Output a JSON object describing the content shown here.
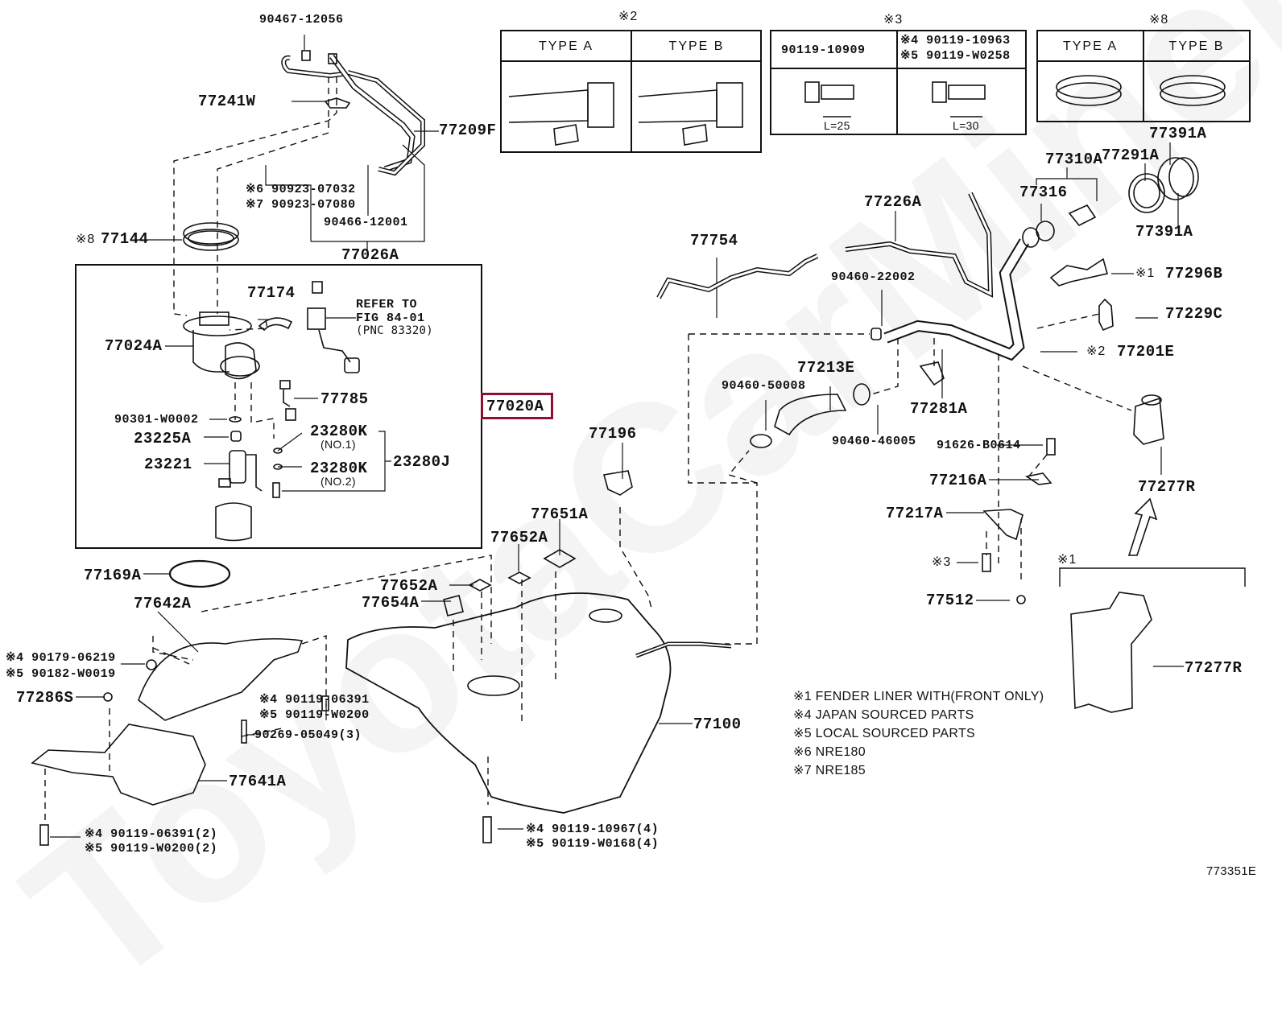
{
  "diagram": {
    "figure_id": "773351E",
    "watermark": "ToyotaCarMiner",
    "highlight_color": "#8e0f30",
    "highlighted_part": "77020A",
    "inset_tables": {
      "note2": {
        "mark": "※2",
        "columns": [
          "TYPE A",
          "TYPE B"
        ]
      },
      "note3": {
        "mark": "※3",
        "col1_part": "90119-10909",
        "col2_parts": [
          "※4 90119-10963",
          "※5 90119-W0258"
        ],
        "col1_length": "L=25",
        "col2_length": "L=30"
      },
      "note8": {
        "mark": "※8",
        "columns": [
          "TYPE A",
          "TYPE B"
        ]
      }
    },
    "labels": {
      "p90467_12056": "90467-12056",
      "p77241W": "77241W",
      "p77209F": "77209F",
      "p90923_07032": "※6 90923-07032",
      "p90923_07080": "※7 90923-07080",
      "p90466_12001": "90466-12001",
      "p77026A": "77026A",
      "p77144": "77144",
      "p77144_mark": "※8",
      "p77174": "77174",
      "refer_line1": "REFER TO",
      "refer_line2": "FIG 84-01",
      "refer_line3": "(PNC 83320)",
      "p77024A": "77024A",
      "p77785": "77785",
      "p90301_W0002": "90301-W0002",
      "p23225A": "23225A",
      "p23221": "23221",
      "p23280K_1": "23280K",
      "no1": "(NO.1)",
      "p23280K_2": "23280K",
      "no2": "(NO.2)",
      "p23280J": "23280J",
      "p77020A": "77020A",
      "p77169A": "77169A",
      "p77642A": "77642A",
      "p90179_06219": "※4 90179-06219",
      "p90182_W0019": "※5 90182-W0019",
      "p77286S": "77286S",
      "p90119_06391": "※4 90119-06391",
      "p90119_W0200": "※5 90119-W0200",
      "p90269_05049": "90269-05049(3)",
      "p77641A": "77641A",
      "p90119_06391_2": "※4 90119-06391(2)",
      "p90119_W0200_2": "※5 90119-W0200(2)",
      "p77196": "77196",
      "p77651A": "77651A",
      "p77652A_1": "77652A",
      "p77652A_2": "77652A",
      "p77654A": "77654A",
      "p77100": "77100",
      "p90119_10967": "※4 90119-10967(4)",
      "p90119_W0168": "※5 90119-W0168(4)",
      "p77754": "77754",
      "p77226A": "77226A",
      "p90460_22002": "90460-22002",
      "p77213E": "77213E",
      "p90460_50008": "90460-50008",
      "p90460_46005": "90460-46005",
      "p77281A": "77281A",
      "p77310A": "77310A",
      "p77316": "77316",
      "p77291A": "77291A",
      "p77391A_1": "77391A",
      "p77391A_2": "77391A",
      "p77296B": "77296B",
      "p77296B_mark": "※1",
      "p77229C": "77229C",
      "p77201E": "77201E",
      "p77201E_mark": "※2",
      "p91626_B0614": "91626-B0614",
      "p77216A": "77216A",
      "p77217A": "77217A",
      "p77512": "77512",
      "mark3": "※3",
      "p77277R_1": "77277R",
      "p77277R_2": "77277R",
      "mark1_bracket": "※1"
    },
    "notes": [
      "※1 FENDER LINER WITH(FRONT ONLY)",
      "※4 JAPAN SOURCED PARTS",
      "※5 LOCAL SOURCED PARTS",
      "※6 NRE180",
      "※7 NRE185"
    ]
  }
}
